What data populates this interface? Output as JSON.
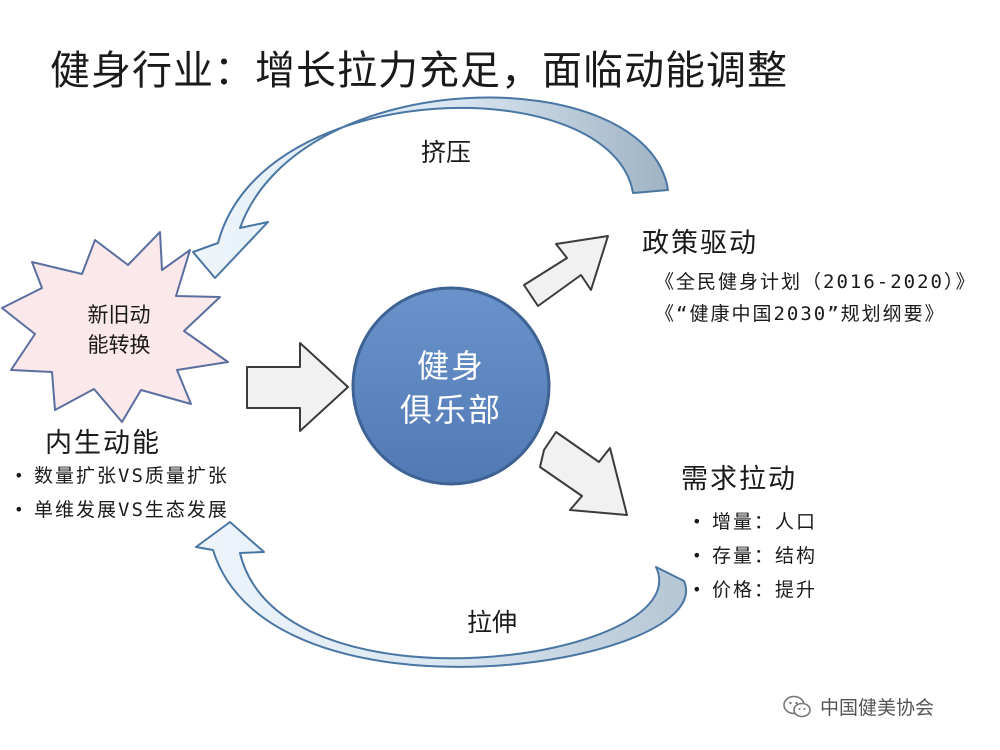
{
  "title": "健身行业：增长拉力充足，面临动能调整",
  "top_arrow_label": "挤压",
  "bottom_arrow_label": "拉伸",
  "star": {
    "line1": "新旧动",
    "line2": "能转换"
  },
  "center": {
    "line1": "健身",
    "line2": "俱乐部"
  },
  "policy": {
    "heading": "政策驱动",
    "items": [
      "《全民健身计划（2016-2020）》",
      "《“健康中国2030”规划纲要》"
    ]
  },
  "internal": {
    "heading": "内生动能",
    "items": [
      "数量扩张VS质量扩张",
      "单维发展VS生态发展"
    ]
  },
  "demand": {
    "heading": "需求拉动",
    "items": [
      "增量：人口",
      "存量：结构",
      "价格：提升"
    ]
  },
  "footer": {
    "text": "中国健美协会",
    "icon": "wechat-icon"
  },
  "colors": {
    "center_fill": "#5b85c0",
    "center_stroke": "#3e6294",
    "star_fill": "#fae8ea",
    "curved_arrow_light": "#e6f0f8",
    "curved_arrow_dark": "#9fb4c6",
    "block_arrow_fill": "#f1f1f1"
  }
}
